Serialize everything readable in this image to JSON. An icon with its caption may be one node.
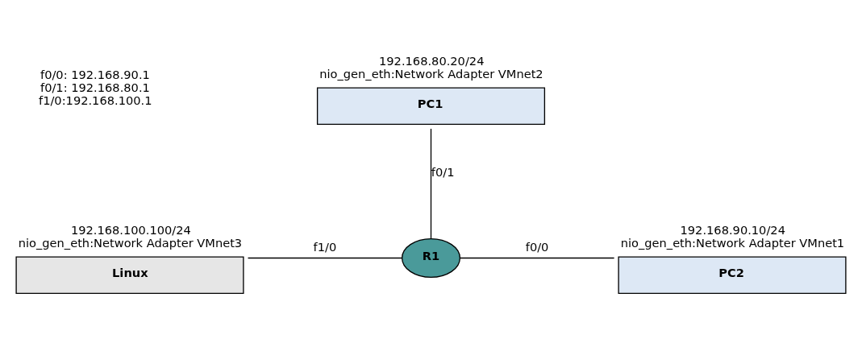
{
  "diagram": {
    "nodes": [
      {
        "text": [
          "PC1"
        ],
        "beside": [
          "192.168.80.20/24",
          "nio_gen_eth:Network Adapter VMnet2"
        ]
      },
      {
        "text": [
          "R1"
        ]
      },
      {
        "text": [
          "Linux"
        ],
        "beside": [
          "192.168.100.100/24",
          "nio_gen_eth:Network Adapter VMnet3"
        ]
      },
      {
        "text": [
          "PC2"
        ],
        "beside": [
          "192.168.90.10/24",
          "nio_gen_eth:Network Adapter VMnet1"
        ]
      }
    ],
    "edges": [
      {
        "from": 1,
        "to": 0,
        "arrow": "none",
        "label": "f0/1"
      },
      {
        "from": 2,
        "to": 1,
        "arrow": "none",
        "label": "f1/0"
      },
      {
        "from": 1,
        "to": 3,
        "arrow": "none",
        "label": "f0/0"
      }
    ],
    "labels": [
      "f0/0: 192.168.90.1",
      "f0/1: 192.168.80.1",
      "f1/0:192.168.100.1"
    ]
  }
}
